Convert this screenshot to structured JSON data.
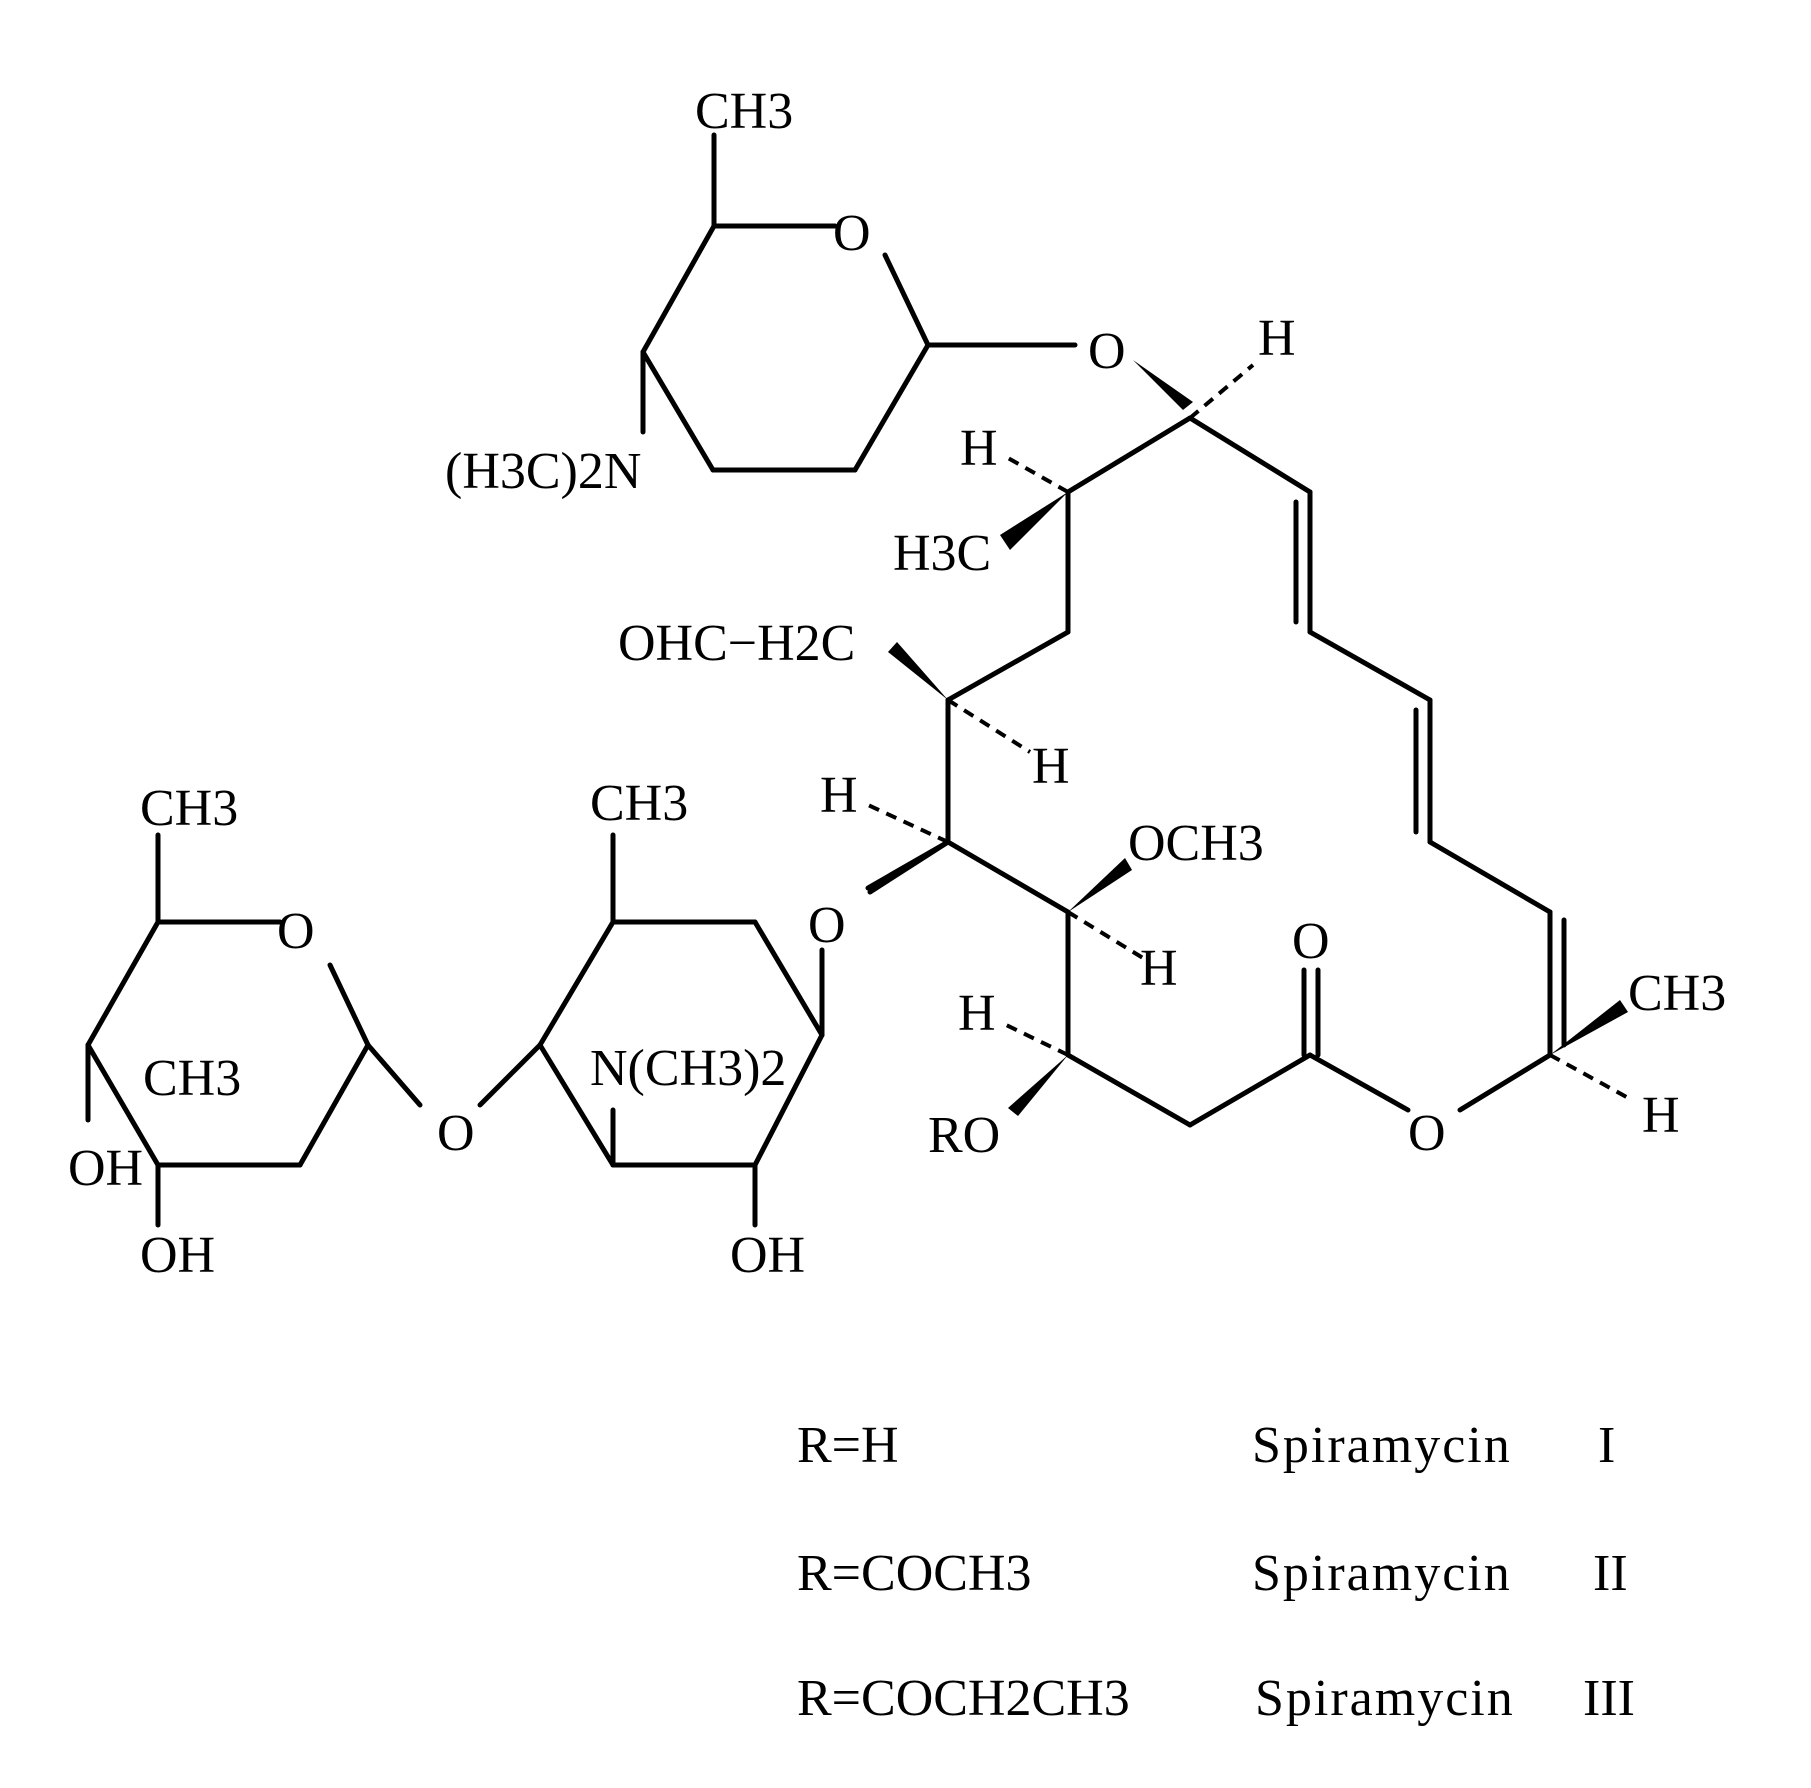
{
  "structure": {
    "labels": {
      "pyr_ch3": "CH3",
      "pyr_o": "O",
      "pyr_nme2": "(H3C)2N",
      "glyco_o_top": "O",
      "h_top": "H",
      "h_c6": "H",
      "h3c": "H3C",
      "ohc_h2c": "OHC−H2C",
      "h_c5": "H",
      "h_c4": "H",
      "och3": "OCH3",
      "h_c3": "H",
      "h_c2": "H",
      "ro": "RO",
      "carbonyl_o": "O",
      "ring_o": "O",
      "ch3_right": "CH3",
      "h_right": "H",
      "glyco_o_mid": "O",
      "mycaminose_ch3": "CH3",
      "nme2": "N(CH3)2",
      "mycaminose_oh": "OH",
      "link_o": "O",
      "mycarose_ch3": "CH3",
      "mycarose_o": "O",
      "mycarose_ch3_inner": "CH3",
      "mycarose_oh1": "OH",
      "mycarose_oh2": "OH"
    }
  },
  "table": {
    "rows": [
      {
        "r": "R=H",
        "name": "Spiramycin",
        "numeral": "I"
      },
      {
        "r": "R=COCH3",
        "name": "Spiramycin",
        "numeral": "II"
      },
      {
        "r": "R=COCH2CH3",
        "name": "Spiramycin",
        "numeral": "III"
      }
    ]
  }
}
